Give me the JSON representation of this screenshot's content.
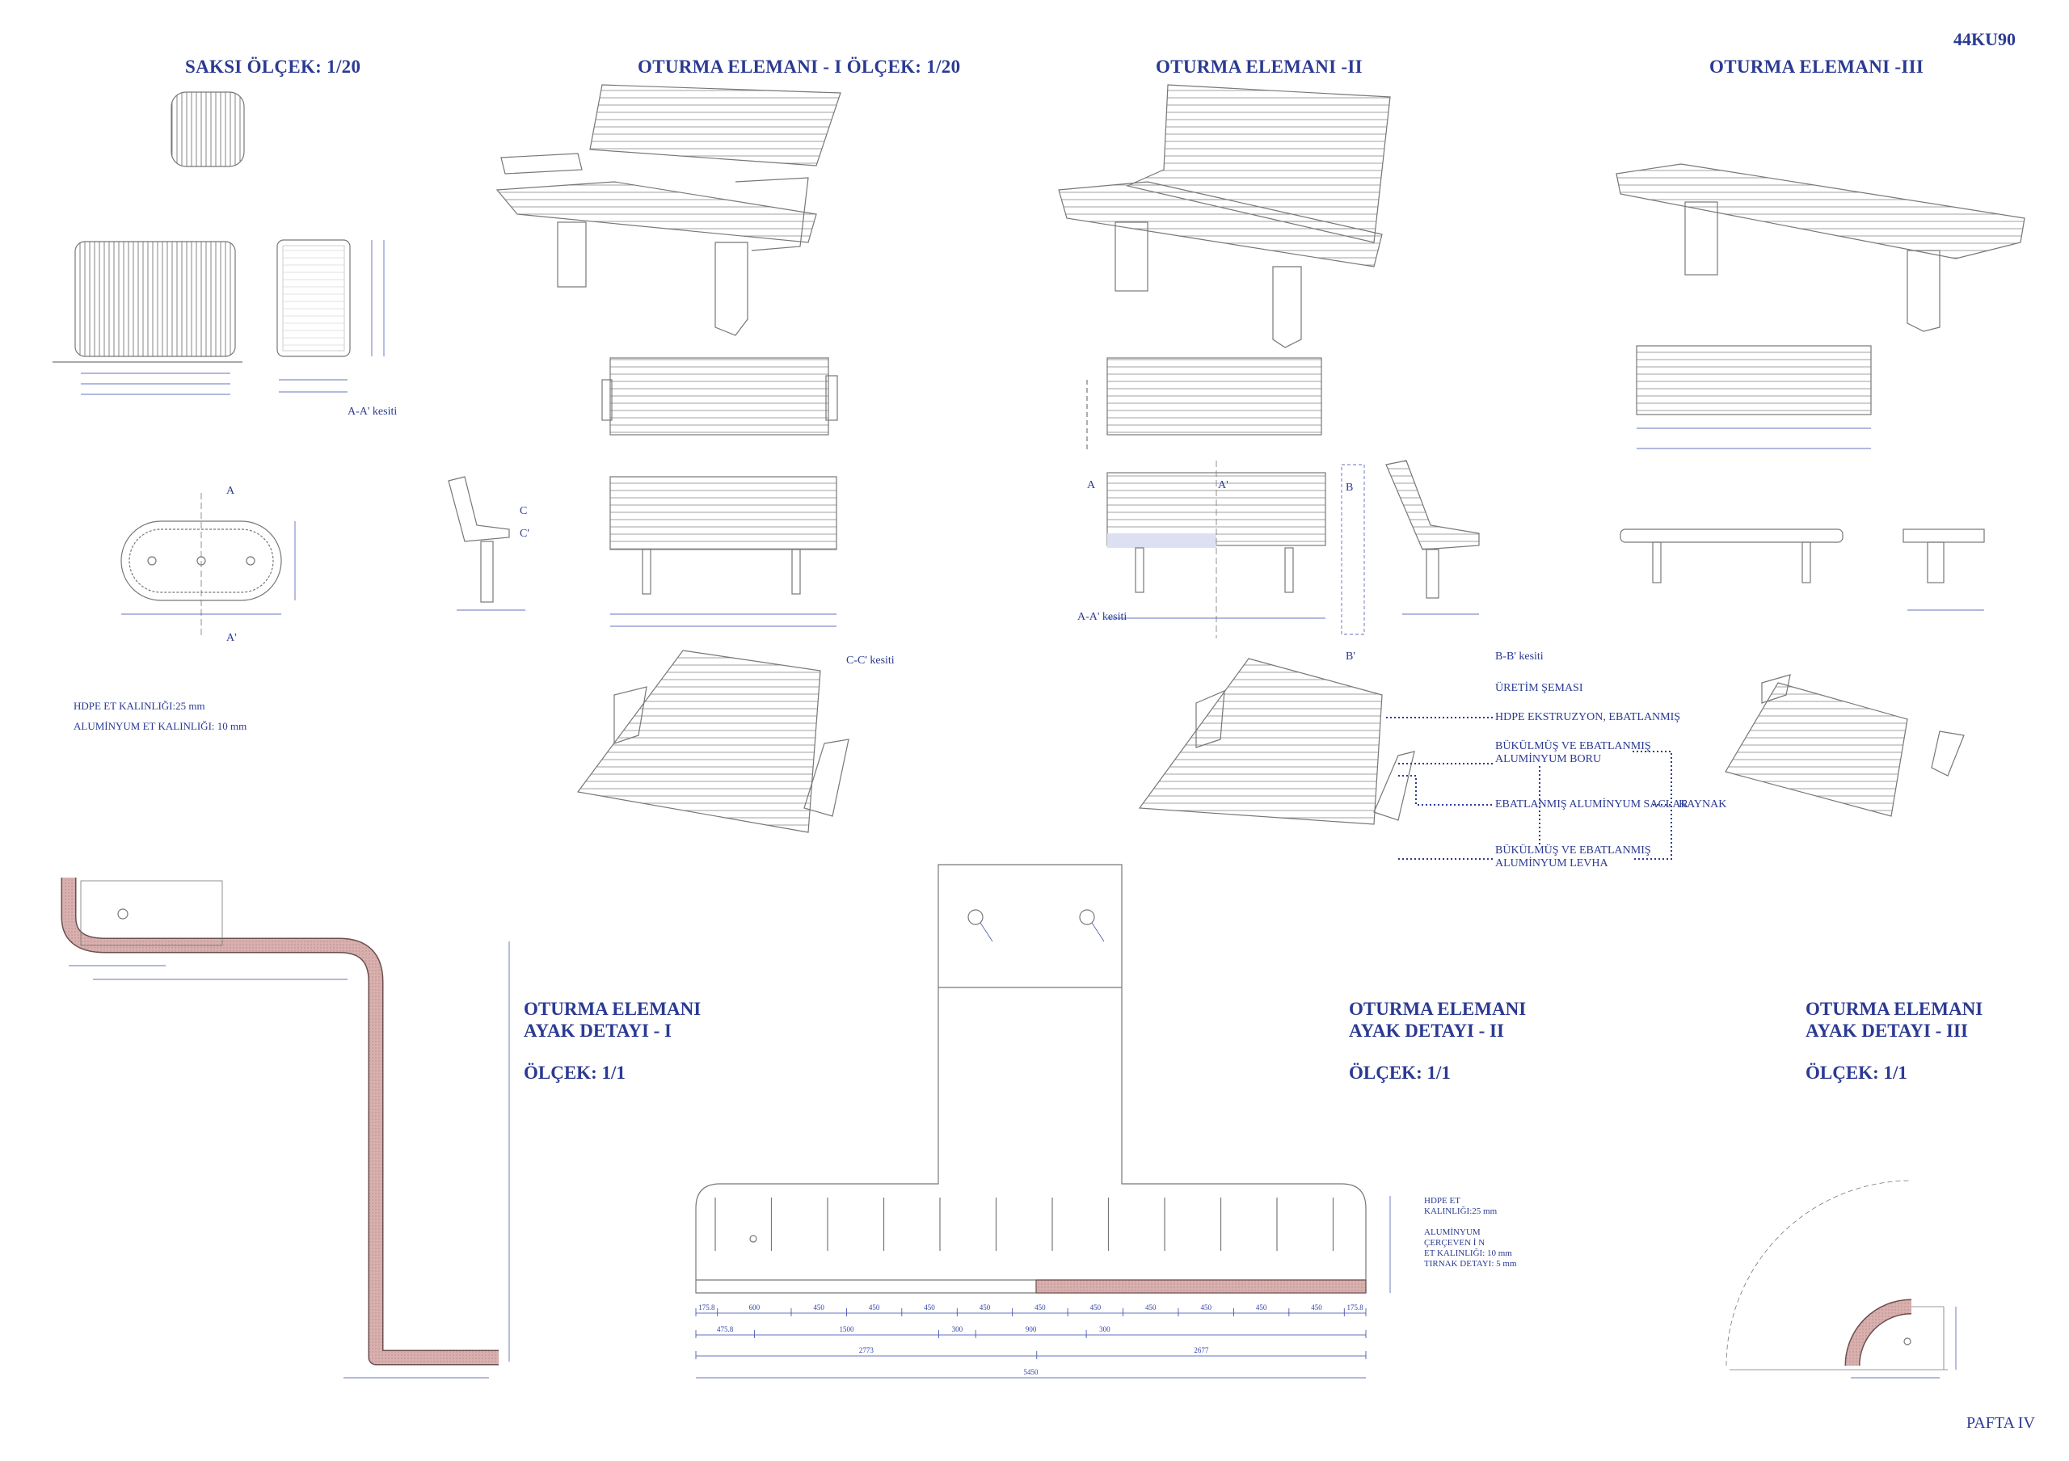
{
  "sheet_code": "44KU90",
  "sheet_number": "PAFTA IV",
  "titles": {
    "saksi": "SAKSI   ÖLÇEK: 1/20",
    "bench1": "OTURMA ELEMANI  - I   ÖLÇEK: 1/20",
    "bench2": "OTURMA ELEMANI  -II",
    "bench3": "OTURMA ELEMANI  -III"
  },
  "section_labels": {
    "saksi_section": "A-A' kesiti",
    "a": "A",
    "a_prime": "A'",
    "c": "C",
    "c_prime": "C'",
    "cc_section": "C-C' kesiti",
    "a2": "A",
    "a2_prime": "A'",
    "b": "B",
    "b_prime": "B'",
    "aa_section2": "A-A' kesiti",
    "bb_section": "B-B' kesiti"
  },
  "saksi_notes": {
    "hdpe": "HDPE ET KALINLIĞI:25 mm",
    "aluminyum": "ALUMİNYUM ET KALINLIĞI: 10 mm"
  },
  "production": {
    "title": "ÜRETİM ŞEMASI",
    "hdpe": "HDPE EKSTRUZYON, EBATLANMIŞ",
    "boru_1": "BÜKÜLMÜŞ VE EBATLANMIŞ",
    "boru_2": "ALUMİNYUM BORU",
    "saclar": "EBATLANMIŞ ALUMİNYUM SACLAR",
    "kaynak": "KAYNAK",
    "levha_1": "BÜKÜLMÜŞ VE EBATLANMIŞ",
    "levha_2": "ALUMİNYUM LEVHA"
  },
  "details": {
    "d1": {
      "line1": "OTURMA ELEMANI",
      "line2": "AYAK DETAYI  - I",
      "scale": "ÖLÇEK: 1/1"
    },
    "d2": {
      "line1": "OTURMA ELEMANI",
      "line2": "AYAK DETAYI  - II",
      "scale": "ÖLÇEK: 1/1"
    },
    "d3": {
      "line1": "OTURMA ELEMANI",
      "line2": "AYAK DETAYI  - III",
      "scale": "ÖLÇEK: 1/1"
    }
  },
  "detail2_notes": {
    "l1": "HDPE ET",
    "l2": "KALINLIĞI:25 mm",
    "l3": "ALUMİNYUM",
    "l4": "ÇERÇEVEN İ N",
    "l5": "ET KALINLIĞI: 10 mm",
    "l6": "TIRNAK DETAYI: 5 mm"
  },
  "detail2_dims": {
    "row1": [
      "175.8",
      "600",
      "450",
      "450",
      "450",
      "450",
      "450",
      "450",
      "450",
      "450",
      "450",
      "450",
      "175.8"
    ],
    "row2": [
      "475.8",
      "1500",
      "300",
      "900",
      "300"
    ],
    "row3": [
      "2773",
      "2677"
    ],
    "total": "5450"
  },
  "colors": {
    "ink": "#2b3a92",
    "line": "#8a8a8a",
    "profile": "#d8b0ae"
  }
}
